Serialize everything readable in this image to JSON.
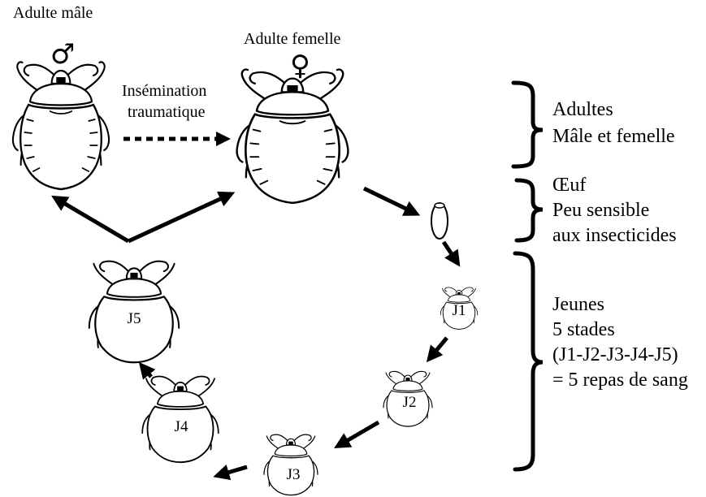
{
  "labels": {
    "male_adult": "Adulte mâle",
    "male_symbol": "♂",
    "female_adult": "Adulte femelle",
    "female_symbol": "♀",
    "insemination_line1": "Insémination",
    "insemination_line2": "traumatique"
  },
  "stages": {
    "j1": "J1",
    "j2": "J2",
    "j3": "J3",
    "j4": "J4",
    "j5": "J5"
  },
  "legend": {
    "adults": {
      "line1": "Adultes",
      "line2": "Mâle et femelle"
    },
    "egg": {
      "line1": "Œuf",
      "line2": "Peu sensible",
      "line3": "aux insecticides"
    },
    "young": {
      "line1": "Jeunes",
      "line2": "5 stades",
      "line3": "(J1-J2-J3-J4-J5)",
      "line4": "= 5 repas de sang"
    }
  }
}
